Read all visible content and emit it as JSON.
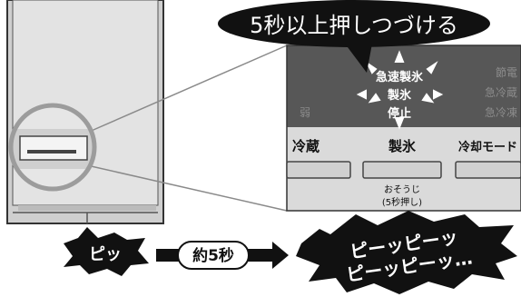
{
  "callout": {
    "text": "5秒以上押しつづける"
  },
  "panel": {
    "menu_active": {
      "line1": "急速製氷",
      "line2": "製氷",
      "line3": "停止"
    },
    "menu_left": {
      "line1": "",
      "line2": "",
      "line3": "弱"
    },
    "menu_right": {
      "line1": "節電",
      "line2": "急冷蔵",
      "line3": "急冷凍"
    },
    "buttons": {
      "left": "冷蔵",
      "center": "製氷",
      "right": "冷却モード"
    },
    "sub_label": {
      "line1": "おそうじ",
      "line2": "(5秒押し)"
    }
  },
  "sequence": {
    "beep_start": "ピッ",
    "interval": "約5秒",
    "beep_repeat_line1": "ピーッピーッ",
    "beep_repeat_line2": "ピーッピーッ…"
  },
  "colors": {
    "panel_bg": "#575757",
    "panel_lower": "#dadada",
    "callout_bg": "#111111",
    "fridge_body": "#e3e3e3",
    "lens_ring": "#9c9c9c"
  }
}
